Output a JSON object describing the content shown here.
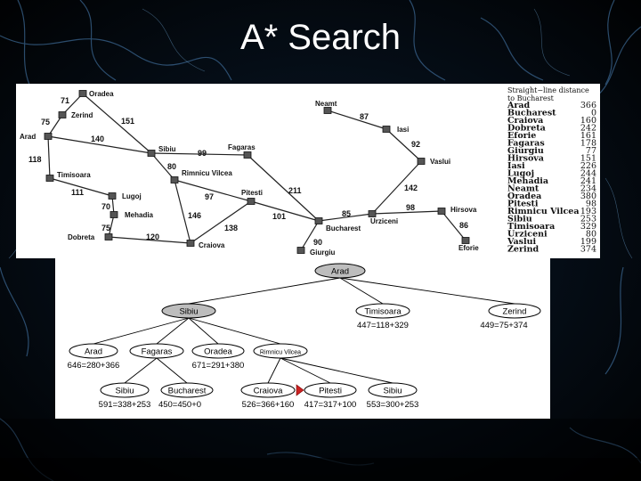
{
  "slide": {
    "title": "A* Search"
  },
  "map": {
    "cities": {
      "oradea": {
        "label": "Oradea"
      },
      "zerind": {
        "label": "Zerind"
      },
      "arad": {
        "label": "Arad"
      },
      "sibiu": {
        "label": "Sibiu"
      },
      "fagaras": {
        "label": "Fagaras"
      },
      "timisoara": {
        "label": "Timisoara"
      },
      "rimnicu": {
        "label": "Rimnicu Vilcea"
      },
      "lugoj": {
        "label": "Lugoj"
      },
      "mehadia": {
        "label": "Mehadia"
      },
      "dobreta": {
        "label": "Dobreta"
      },
      "craiova": {
        "label": "Craiova"
      },
      "pitesti": {
        "label": "Pitesti"
      },
      "bucharest": {
        "label": "Bucharest"
      },
      "giurgiu": {
        "label": "Giurgiu"
      },
      "urziceni": {
        "label": "Urziceni"
      },
      "neamt": {
        "label": "Neamt"
      },
      "iasi": {
        "label": "Iasi"
      },
      "vaslui": {
        "label": "Vaslui"
      },
      "hirsova": {
        "label": "Hirsova"
      },
      "eforie": {
        "label": "Eforie"
      }
    },
    "roads": [
      {
        "from": "oradea",
        "to": "zerind",
        "distance": "71"
      },
      {
        "from": "zerind",
        "to": "arad",
        "distance": "75"
      },
      {
        "from": "oradea",
        "to": "sibiu",
        "distance": "151"
      },
      {
        "from": "arad",
        "to": "sibiu",
        "distance": "140"
      },
      {
        "from": "arad",
        "to": "timisoara",
        "distance": "118"
      },
      {
        "from": "timisoara",
        "to": "lugoj",
        "distance": "111"
      },
      {
        "from": "lugoj",
        "to": "mehadia",
        "distance": "70"
      },
      {
        "from": "mehadia",
        "to": "dobreta",
        "distance": "75"
      },
      {
        "from": "dobreta",
        "to": "craiova",
        "distance": "120"
      },
      {
        "from": "sibiu",
        "to": "fagaras",
        "distance": "99"
      },
      {
        "from": "sibiu",
        "to": "rimnicu",
        "distance": "80"
      },
      {
        "from": "rimnicu",
        "to": "pitesti",
        "distance": "97"
      },
      {
        "from": "rimnicu",
        "to": "craiova",
        "distance": "146"
      },
      {
        "from": "craiova",
        "to": "pitesti",
        "distance": "138"
      },
      {
        "from": "fagaras",
        "to": "bucharest",
        "distance": "211"
      },
      {
        "from": "pitesti",
        "to": "bucharest",
        "distance": "101"
      },
      {
        "from": "bucharest",
        "to": "giurgiu",
        "distance": "90"
      },
      {
        "from": "bucharest",
        "to": "urziceni",
        "distance": "85"
      },
      {
        "from": "neamt",
        "to": "iasi",
        "distance": "87"
      },
      {
        "from": "iasi",
        "to": "vaslui",
        "distance": "92"
      },
      {
        "from": "vaslui",
        "to": "urziceni",
        "distance": "142"
      },
      {
        "from": "urziceni",
        "to": "hirsova",
        "distance": "98"
      },
      {
        "from": "hirsova",
        "to": "eforie",
        "distance": "86"
      }
    ],
    "straight_line_table": {
      "title_line1": "Straight−line distance",
      "title_line2": "to Bucharest",
      "rows": [
        {
          "city": "Arad",
          "value": "366"
        },
        {
          "city": "Bucharest",
          "value": "0"
        },
        {
          "city": "Craiova",
          "value": "160"
        },
        {
          "city": "Dobreta",
          "value": "242"
        },
        {
          "city": "Eforie",
          "value": "161"
        },
        {
          "city": "Fagaras",
          "value": "178"
        },
        {
          "city": "Giurgiu",
          "value": "77"
        },
        {
          "city": "Hirsova",
          "value": "151"
        },
        {
          "city": "Iasi",
          "value": "226"
        },
        {
          "city": "Lugoj",
          "value": "244"
        },
        {
          "city": "Mehadia",
          "value": "241"
        },
        {
          "city": "Neamt",
          "value": "234"
        },
        {
          "city": "Oradea",
          "value": "380"
        },
        {
          "city": "Pitesti",
          "value": "98"
        },
        {
          "city": "Rimnicu Vilcea",
          "value": "193"
        },
        {
          "city": "Sibiu",
          "value": "253"
        },
        {
          "city": "Timisoara",
          "value": "329"
        },
        {
          "city": "Urziceni",
          "value": "80"
        },
        {
          "city": "Vaslui",
          "value": "199"
        },
        {
          "city": "Zerind",
          "value": "374"
        }
      ]
    }
  },
  "tree": {
    "nodes": {
      "arad_root": {
        "label": "Arad",
        "f": "",
        "expanded": true
      },
      "sibiu": {
        "label": "Sibiu",
        "f": "",
        "expanded": true
      },
      "timisoara": {
        "label": "Timisoara",
        "f": "447=118+329",
        "expanded": false
      },
      "zerind": {
        "label": "Zerind",
        "f": "449=75+374",
        "expanded": false
      },
      "arad2": {
        "label": "Arad",
        "f": "646=280+366",
        "expanded": false
      },
      "fagaras": {
        "label": "Fagaras",
        "f": "",
        "expanded": false
      },
      "oradea": {
        "label": "Oradea",
        "f": "671=291+380",
        "expanded": false
      },
      "rimnicu": {
        "label": "Rimnicu Vilcea",
        "f": "",
        "expanded": false
      },
      "sibiu2": {
        "label": "Sibiu",
        "f": "591=338+253",
        "expanded": false
      },
      "bucharest": {
        "label": "Bucharest",
        "f": "450=450+0",
        "expanded": false
      },
      "craiova": {
        "label": "Craiova",
        "f": "526=366+160",
        "expanded": false
      },
      "pitesti": {
        "label": "Pitesti",
        "f": "417=317+100",
        "expanded": false
      },
      "sibiu3": {
        "label": "Sibiu",
        "f": "553=300+253",
        "expanded": false
      }
    },
    "edges": [
      [
        "arad_root",
        "sibiu"
      ],
      [
        "arad_root",
        "timisoara"
      ],
      [
        "arad_root",
        "zerind"
      ],
      [
        "sibiu",
        "arad2"
      ],
      [
        "sibiu",
        "fagaras"
      ],
      [
        "sibiu",
        "oradea"
      ],
      [
        "sibiu",
        "rimnicu"
      ],
      [
        "fagaras",
        "sibiu2"
      ],
      [
        "fagaras",
        "bucharest"
      ],
      [
        "rimnicu",
        "craiova"
      ],
      [
        "rimnicu",
        "pitesti"
      ],
      [
        "rimnicu",
        "sibiu3"
      ]
    ],
    "highlight_color": "#cc2222"
  }
}
